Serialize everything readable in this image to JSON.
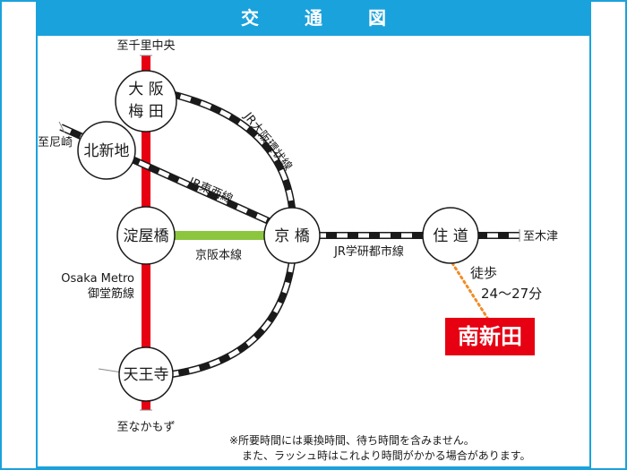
{
  "header": {
    "title": "交 通 図"
  },
  "stations": {
    "osaka_umeda": {
      "line1": "大 阪",
      "line2": "梅 田"
    },
    "kitashinchi": "北新地",
    "yodoyabashi": "淀屋橋",
    "kyobashi": "京 橋",
    "sumimichi": "住 道",
    "tennoji": "天王寺"
  },
  "directions": {
    "senri_chuo": "至千里中央",
    "amagasaki": "至尼崎",
    "kizu": "至木津",
    "nakamozu": "至なかもず"
  },
  "lines": {
    "jr_loop": "JR大阪環状線",
    "jr_tozai": "JR東西線",
    "keihan_main": "京阪本線",
    "jr_gakkentoshi": "JR学研都市線",
    "metro_name1": "Osaka Metro",
    "metro_name2": "御堂筋線"
  },
  "walk": {
    "label": "徒歩",
    "time": "24～27分"
  },
  "destination": "南新田",
  "notes": {
    "line1": "※所要時間には乗換時間、待ち時間を含みません。",
    "line2": "また、ラッシュ時はこれより時間がかかる場合があります。"
  },
  "colors": {
    "accent": "#1aa2dc",
    "midosuji": "#e60012",
    "keihan": "#8cc63f",
    "destination": "#e60012",
    "walk_path": "#f08c28"
  }
}
